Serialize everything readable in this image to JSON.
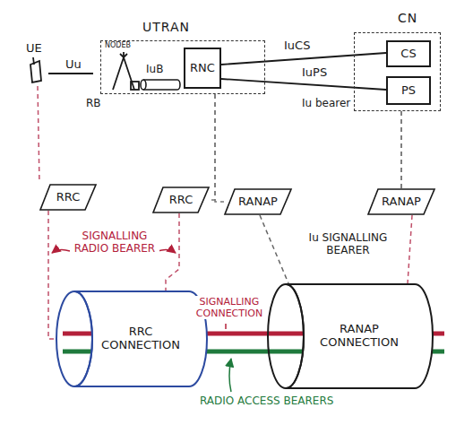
{
  "diagram": {
    "nodes": [
      {
        "text": [
          "UTRAN"
        ]
      },
      {
        "text": [
          "RNC"
        ],
        "in": 0
      },
      {
        "text": [
          "CN"
        ]
      },
      {
        "text": [
          "CS"
        ],
        "in": 2
      },
      {
        "text": [
          "PS"
        ],
        "in": 2
      },
      {
        "text": [
          "RRC"
        ]
      },
      {
        "text": [
          "RRC"
        ]
      },
      {
        "text": [
          "RANAP"
        ]
      },
      {
        "text": [
          "RANAP"
        ]
      },
      {
        "text": [
          "RRC CONNECTION"
        ]
      },
      {
        "text": [
          "RANAP CONNECTION"
        ]
      }
    ],
    "edges": [
      {
        "from": 1,
        "to": 3,
        "label": "IuCS",
        "arrow": "none"
      },
      {
        "from": 1,
        "to": 4,
        "label": "IuPS",
        "arrow": "none"
      },
      {
        "from": 0,
        "to": 6,
        "arrow": "none"
      },
      {
        "from": 0,
        "to": 7,
        "arrow": "none"
      },
      {
        "from": 2,
        "to": 8,
        "arrow": "none"
      },
      {
        "from": 5,
        "to": 9,
        "arrow": "none"
      },
      {
        "from": 6,
        "to": 9,
        "arrow": "none"
      },
      {
        "from": 7,
        "to": 10,
        "arrow": "none"
      },
      {
        "from": 8,
        "to": 10,
        "arrow": "none"
      }
    ],
    "labels": [
      "UE",
      "NODEB",
      "Uu",
      "IuB",
      "RB",
      "Iu bearer",
      "SIGNALLING RADIO BEARER",
      "Iu SIGNALLING BEARER",
      "SIGNALLING CONNECTION",
      "RADIO ACCESS BEARERS"
    ]
  }
}
